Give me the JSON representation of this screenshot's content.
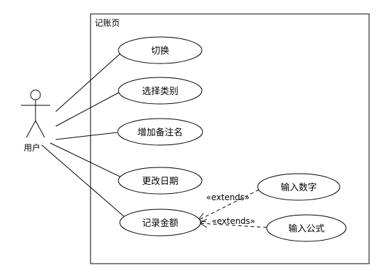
{
  "system": {
    "title": "记账页"
  },
  "actor": {
    "label": "用户"
  },
  "use_cases": {
    "switch": "切换",
    "select_category": "选择类别",
    "add_note": "增加备注名",
    "change_date": "更改日期",
    "record_amount": "记录金额",
    "input_number": "输入数字",
    "input_formula": "输入公式"
  },
  "relations": {
    "extends_label_1": "«extends»",
    "extends_label_2": "«extends»"
  }
}
